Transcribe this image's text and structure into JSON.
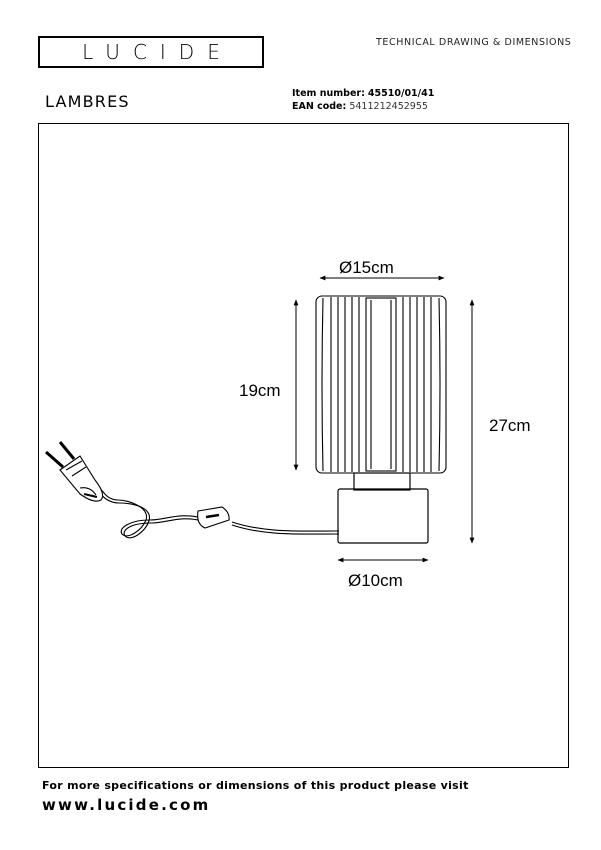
{
  "brand": {
    "logo_text": "LUCIDE"
  },
  "header": {
    "doc_title": "TECHNICAL DRAWING & DIMENSIONS"
  },
  "product": {
    "name": "LAMBRES",
    "item_number_label": "Item number:",
    "item_number": "45510/01/41",
    "ean_label": "EAN code:",
    "ean": "5411212452955"
  },
  "dimensions": {
    "shade_diameter": "Ø15cm",
    "base_diameter": "Ø10cm",
    "shade_height": "19cm",
    "total_height": "27cm"
  },
  "footer": {
    "line": "For more specifications or dimensions of this product please visit",
    "url": "www.lucide.com"
  }
}
